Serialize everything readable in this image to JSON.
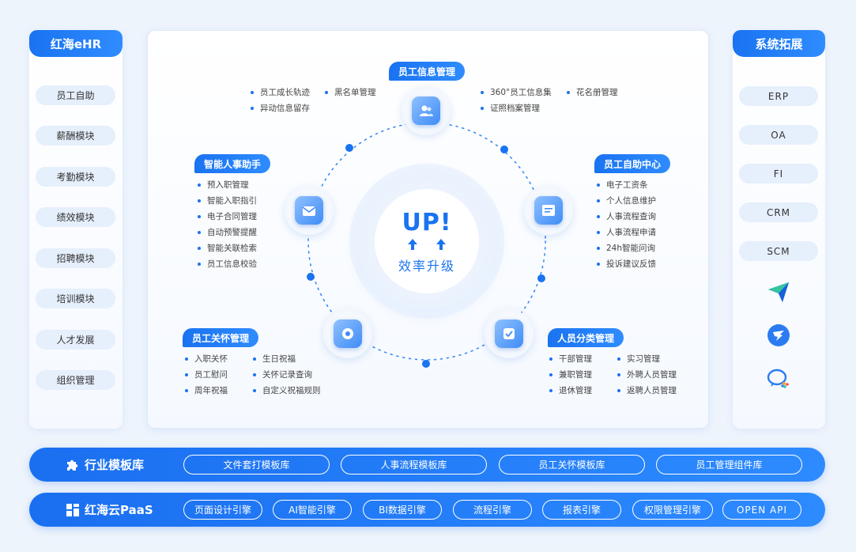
{
  "left_panel": {
    "title": "红海eHR",
    "items": [
      "员工自助",
      "薪酬模块",
      "考勤模块",
      "绩效模块",
      "招聘模块",
      "培训模块",
      "人才发展",
      "组织管理"
    ]
  },
  "right_panel": {
    "title": "系统拓展",
    "items": [
      "ERP",
      "OA",
      "FI",
      "CRM",
      "SCM"
    ],
    "app_icons": [
      "paper-plane-app-icon",
      "dingtalk-app-icon",
      "wecom-app-icon"
    ]
  },
  "hub": {
    "title": "UP!",
    "subtitle": "效率升级"
  },
  "modules": {
    "info": {
      "title": "员工信息管理",
      "col1": [
        "员工成长轨迹",
        "异动信息留存"
      ],
      "col2": [
        "黑名单管理"
      ],
      "col3": [
        "360°员工信息集",
        "证照档案管理"
      ],
      "col4": [
        "花名册管理"
      ]
    },
    "self_service": {
      "title": "员工自助中心",
      "items": [
        "电子工资条",
        "个人信息维护",
        "人事流程查询",
        "人事流程申请",
        "24h智能问询",
        "投诉建议反馈"
      ]
    },
    "assistant": {
      "title": "智能人事助手",
      "items": [
        "预入职管理",
        "智能入职指引",
        "电子合同管理",
        "自动预警提醒",
        "智能关联检索",
        "员工信息校验"
      ]
    },
    "care": {
      "title": "员工关怀管理",
      "col1": [
        "入职关怀",
        "员工慰问",
        "周年祝福"
      ],
      "col2": [
        "生日祝福",
        "关怀记录查询",
        "自定义祝福规则"
      ]
    },
    "classify": {
      "title": "人员分类管理",
      "col1": [
        "干部管理",
        "兼职管理",
        "退休管理"
      ],
      "col2": [
        "实习管理",
        "外聘人员管理",
        "返聘人员管理"
      ]
    }
  },
  "bars": {
    "templates": {
      "title": "行业模板库",
      "pills": [
        "文件套打模板库",
        "人事流程模板库",
        "员工关怀模板库",
        "员工管理组件库"
      ]
    },
    "paas": {
      "title": "红海云PaaS",
      "pills": [
        "页面设计引擎",
        "AI智能引擎",
        "BI数据引擎",
        "流程引擎",
        "报表引擎",
        "权限管理引擎",
        "OPEN API"
      ]
    }
  },
  "colors": {
    "accent": "#1a73f0",
    "accent_light": "#2f8cff",
    "background": "#eef4fc",
    "item_bg": "#e6effc"
  }
}
